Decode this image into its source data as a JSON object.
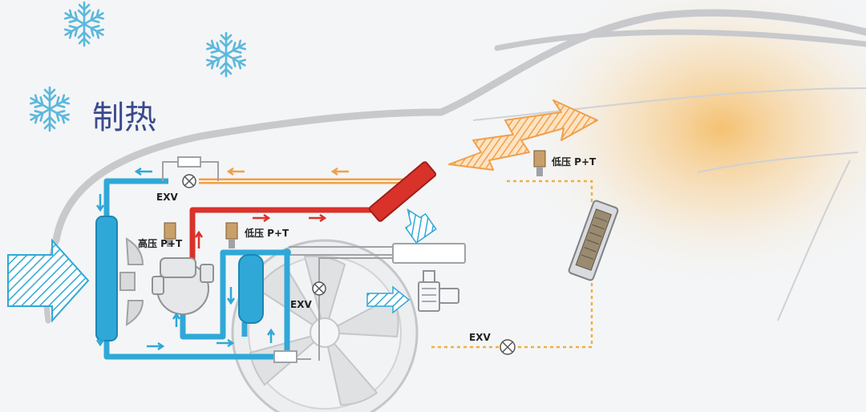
{
  "title": "制热",
  "labels": {
    "exv_top": "EXV",
    "exv_mid": "EXV",
    "exv_bottom": "EXV",
    "high_pressure_sensor": "高压 P+T",
    "low_pressure_sensor_mid": "低压 P+T",
    "low_pressure_sensor_right": "低压 P+T"
  },
  "colors": {
    "coolant_blue": "#2fa8d8",
    "hot_red": "#d9322b",
    "warm_orange": "#f0a04b",
    "dotted_yellow": "#f0b040",
    "snow": "#5bb8dc",
    "title": "#3b4a8c",
    "car_outline": "#c7c9cc"
  },
  "icons": [
    "snowflake-icon",
    "fan-icon",
    "compressor-icon",
    "accumulator-icon",
    "evaporator-icon",
    "condenser-icon",
    "blower-icon",
    "valve-icon",
    "pressure-sensor-icon",
    "heat-arrow-icon",
    "airflow-arrow-icon",
    "battery-cooler-icon"
  ]
}
